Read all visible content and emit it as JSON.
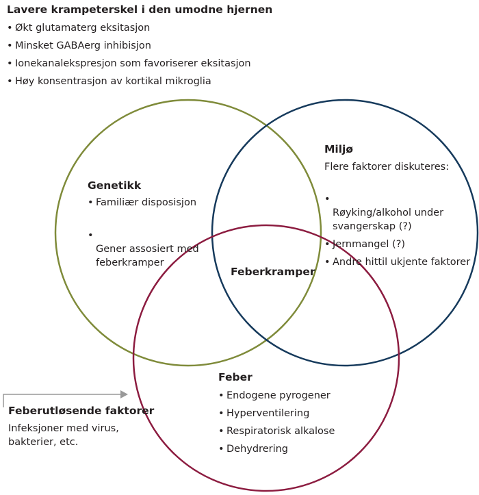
{
  "top_block": {
    "title": "Lavere krampeterskel i den umodne hjernen",
    "items": [
      "Økt glutamaterg eksitasjon",
      "Minsket GABAerg inhibisjon",
      "Ionekanalekspresjon som favoriserer eksitasjon",
      "Høy konsentrasjon av kortikal mikroglia"
    ]
  },
  "genetics": {
    "title": "Genetikk",
    "items": [
      "Familiær disposisjon",
      "Gener assosiert med\nfeberkramper"
    ]
  },
  "environment": {
    "title": "Miljø",
    "subtitle": "Flere faktorer diskuteres:",
    "items": [
      "Røyking/alkohol under\nsvangerskap (?)",
      "Jernmangel (?)",
      "Andre hittil ukjente faktorer"
    ]
  },
  "center": {
    "label": "Feberkramper"
  },
  "fever": {
    "title": "Feber",
    "items": [
      "Endogene pyrogener",
      "Hyperventilering",
      "Respiratorisk alkalose",
      "Dehydrering"
    ]
  },
  "triggers": {
    "title": "Feberutløsende faktorer",
    "text": "Infeksjoner med virus,\nbakterier, etc."
  },
  "colors": {
    "genetics_circle": "#7f8b3a",
    "environment_circle": "#163a5c",
    "fever_circle": "#8c1c40",
    "arrow": "#999999"
  }
}
